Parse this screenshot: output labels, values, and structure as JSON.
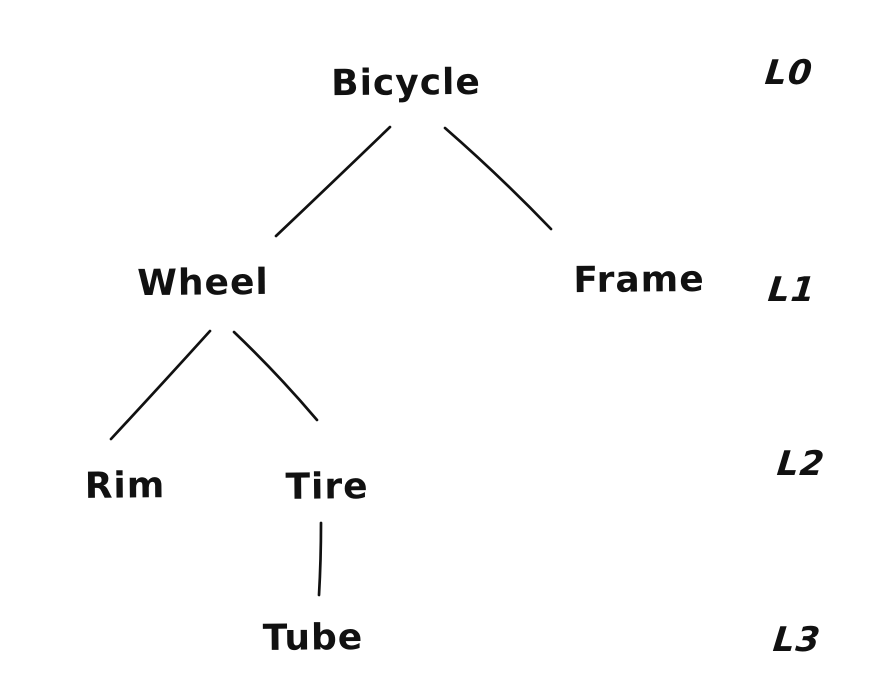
{
  "tree": {
    "type": "hierarchy-diagram",
    "style": "hand-drawn",
    "stroke_color": "#111111",
    "background_color": "#ffffff",
    "nodes": [
      {
        "id": "bicycle",
        "label": "Bicycle",
        "level": 0
      },
      {
        "id": "wheel",
        "label": "Wheel",
        "level": 1
      },
      {
        "id": "frame",
        "label": "Frame",
        "level": 1
      },
      {
        "id": "rim",
        "label": "Rim",
        "level": 2
      },
      {
        "id": "tire",
        "label": "Tire",
        "level": 2
      },
      {
        "id": "tube",
        "label": "Tube",
        "level": 3
      }
    ],
    "edges": [
      {
        "from": "Bicycle",
        "to": "Wheel"
      },
      {
        "from": "Bicycle",
        "to": "Frame"
      },
      {
        "from": "Wheel",
        "to": "Rim"
      },
      {
        "from": "Wheel",
        "to": "Tire"
      },
      {
        "from": "Tire",
        "to": "Tube"
      }
    ],
    "levels": [
      "L0",
      "L1",
      "L2",
      "L3"
    ]
  }
}
